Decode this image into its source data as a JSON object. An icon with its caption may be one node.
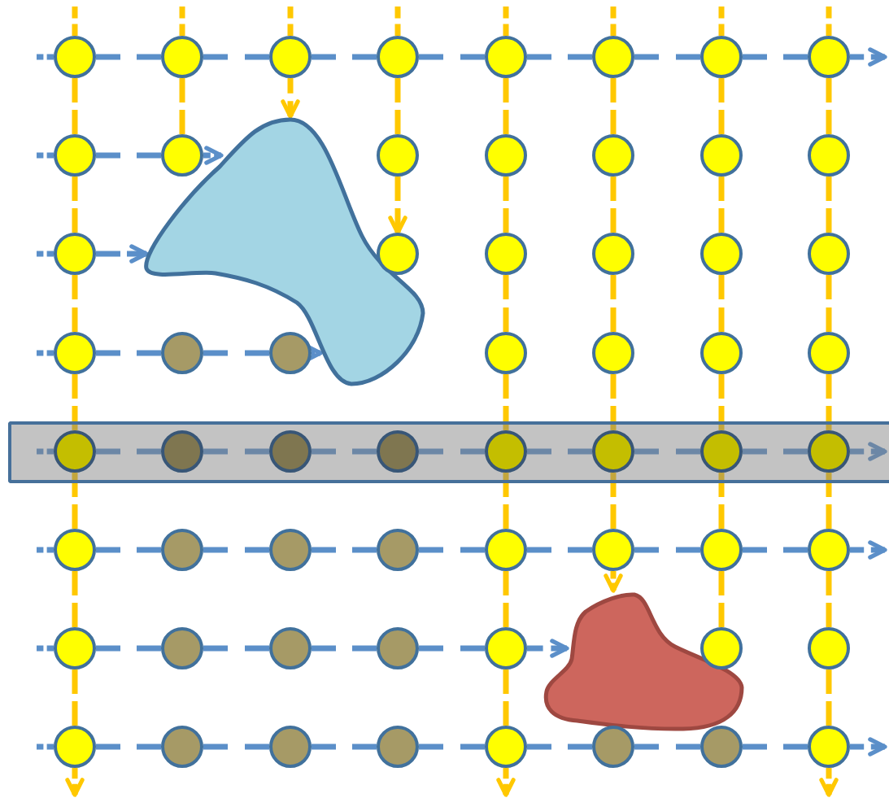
{
  "diagram": {
    "nodes": [
      {
        "text": [],
        "shape": "circle"
      },
      {
        "text": [],
        "shape": "circle"
      },
      {
        "text": [],
        "shape": "circle"
      },
      {
        "text": [],
        "shape": "circle"
      },
      {
        "text": [],
        "shape": "circle"
      },
      {
        "text": [],
        "shape": "circle"
      },
      {
        "text": [],
        "shape": "circle"
      },
      {
        "text": [],
        "shape": "circle"
      },
      {
        "text": [],
        "shape": "circle"
      },
      {
        "text": [],
        "shape": "circle"
      },
      {
        "text": [],
        "shape": "circle"
      },
      {
        "text": [],
        "shape": "circle"
      },
      {
        "text": [],
        "shape": "circle"
      },
      {
        "text": [],
        "shape": "circle"
      },
      {
        "text": [],
        "shape": "circle"
      },
      {
        "text": [],
        "shape": "blob"
      },
      {
        "text": [],
        "shape": "circle"
      },
      {
        "text": [],
        "shape": "circle"
      },
      {
        "text": [],
        "shape": "circle"
      },
      {
        "text": [],
        "shape": "circle"
      },
      {
        "text": [],
        "shape": "circle"
      },
      {
        "text": [],
        "shape": "circle"
      },
      {
        "text": [],
        "shape": "circle"
      },
      {
        "text": [],
        "shape": "circle"
      },
      {
        "text": [],
        "shape": "circle"
      },
      {
        "text": [],
        "shape": "circle"
      },
      {
        "text": [],
        "shape": "circle"
      },
      {
        "text": [],
        "shape": "circle"
      },
      {
        "text": [],
        "shape": "circle"
      },
      {
        "text": [],
        "shape": "bar"
      },
      {
        "text": [],
        "shape": "circle",
        "in": 29
      },
      {
        "text": [],
        "shape": "circle",
        "in": 29
      },
      {
        "text": [],
        "shape": "circle",
        "in": 29
      },
      {
        "text": [],
        "shape": "circle",
        "in": 29
      },
      {
        "text": [],
        "shape": "circle",
        "in": 29
      },
      {
        "text": [],
        "shape": "circle",
        "in": 29
      },
      {
        "text": [],
        "shape": "circle",
        "in": 29
      },
      {
        "text": [],
        "shape": "circle",
        "in": 29
      },
      {
        "text": [],
        "shape": "circle"
      },
      {
        "text": [],
        "shape": "circle"
      },
      {
        "text": [],
        "shape": "circle"
      },
      {
        "text": [],
        "shape": "circle"
      },
      {
        "text": [],
        "shape": "circle"
      },
      {
        "text": [],
        "shape": "circle"
      },
      {
        "text": [],
        "shape": "circle"
      },
      {
        "text": [],
        "shape": "circle"
      },
      {
        "text": [],
        "shape": "blob"
      },
      {
        "text": [],
        "shape": "circle"
      },
      {
        "text": [],
        "shape": "circle"
      },
      {
        "text": [],
        "shape": "circle"
      },
      {
        "text": [],
        "shape": "circle"
      },
      {
        "text": [],
        "shape": "circle"
      },
      {
        "text": [],
        "shape": "circle"
      },
      {
        "text": [],
        "shape": "circle"
      },
      {
        "text": [],
        "shape": "circle"
      },
      {
        "text": [],
        "shape": "circle"
      },
      {
        "text": [],
        "shape": "circle"
      },
      {
        "text": [],
        "shape": "circle"
      },
      {
        "text": [],
        "shape": "circle"
      },
      {
        "text": [],
        "shape": "circle"
      },
      {
        "text": [],
        "shape": "circle"
      },
      {
        "text": [],
        "shape": "circle"
      }
    ],
    "edges": [
      {
        "from": null,
        "to": 0,
        "arrow": "none",
        "style": "dashed"
      },
      {
        "from": 0,
        "to": 1,
        "arrow": "none",
        "style": "dashed"
      },
      {
        "from": 1,
        "to": 2,
        "arrow": "none",
        "style": "dashed"
      },
      {
        "from": 2,
        "to": 3,
        "arrow": "none",
        "style": "dashed"
      },
      {
        "from": 3,
        "to": 4,
        "arrow": "none",
        "style": "dashed"
      },
      {
        "from": 4,
        "to": 5,
        "arrow": "none",
        "style": "dashed"
      },
      {
        "from": 5,
        "to": 6,
        "arrow": "none",
        "style": "dashed"
      },
      {
        "from": 6,
        "to": 7,
        "arrow": "none",
        "style": "dashed"
      },
      {
        "from": 7,
        "to": null,
        "arrow": "to",
        "style": "dashed"
      },
      {
        "from": null,
        "to": 8,
        "arrow": "none",
        "style": "dashed"
      },
      {
        "from": 8,
        "to": 9,
        "arrow": "none",
        "style": "dashed"
      },
      {
        "from": 9,
        "to": 15,
        "arrow": "to",
        "style": "dashed"
      },
      {
        "from": null,
        "to": 16,
        "arrow": "none",
        "style": "dashed"
      },
      {
        "from": 16,
        "to": 15,
        "arrow": "to",
        "style": "dashed"
      },
      {
        "from": null,
        "to": 22,
        "arrow": "none",
        "style": "dashed"
      },
      {
        "from": 22,
        "to": 23,
        "arrow": "none",
        "style": "dashed"
      },
      {
        "from": 23,
        "to": 24,
        "arrow": "none",
        "style": "dashed"
      },
      {
        "from": 24,
        "to": 15,
        "arrow": "to",
        "style": "dashed"
      },
      {
        "from": null,
        "to": 30,
        "arrow": "none",
        "style": "dashed"
      },
      {
        "from": 30,
        "to": 31,
        "arrow": "none",
        "style": "dashed"
      },
      {
        "from": 31,
        "to": 32,
        "arrow": "none",
        "style": "dashed"
      },
      {
        "from": 32,
        "to": 33,
        "arrow": "none",
        "style": "dashed"
      },
      {
        "from": 33,
        "to": 34,
        "arrow": "none",
        "style": "dashed"
      },
      {
        "from": 34,
        "to": 35,
        "arrow": "none",
        "style": "dashed"
      },
      {
        "from": 35,
        "to": 36,
        "arrow": "none",
        "style": "dashed"
      },
      {
        "from": 36,
        "to": 37,
        "arrow": "none",
        "style": "dashed"
      },
      {
        "from": 37,
        "to": null,
        "arrow": "to",
        "style": "dashed"
      },
      {
        "from": null,
        "to": 38,
        "arrow": "none",
        "style": "dashed"
      },
      {
        "from": 38,
        "to": 39,
        "arrow": "none",
        "style": "dashed"
      },
      {
        "from": 39,
        "to": 40,
        "arrow": "none",
        "style": "dashed"
      },
      {
        "from": 40,
        "to": 41,
        "arrow": "none",
        "style": "dashed"
      },
      {
        "from": 41,
        "to": 42,
        "arrow": "none",
        "style": "dashed"
      },
      {
        "from": 42,
        "to": 43,
        "arrow": "none",
        "style": "dashed"
      },
      {
        "from": 43,
        "to": 44,
        "arrow": "none",
        "style": "dashed"
      },
      {
        "from": 44,
        "to": 45,
        "arrow": "none",
        "style": "dashed"
      },
      {
        "from": 45,
        "to": null,
        "arrow": "to",
        "style": "dashed"
      },
      {
        "from": null,
        "to": 47,
        "arrow": "none",
        "style": "dashed"
      },
      {
        "from": 47,
        "to": 48,
        "arrow": "none",
        "style": "dashed"
      },
      {
        "from": 48,
        "to": 49,
        "arrow": "none",
        "style": "dashed"
      },
      {
        "from": 49,
        "to": 50,
        "arrow": "none",
        "style": "dashed"
      },
      {
        "from": 50,
        "to": 51,
        "arrow": "none",
        "style": "dashed"
      },
      {
        "from": 51,
        "to": 46,
        "arrow": "to",
        "style": "dashed"
      },
      {
        "from": null,
        "to": 54,
        "arrow": "none",
        "style": "dashed"
      },
      {
        "from": 54,
        "to": 55,
        "arrow": "none",
        "style": "dashed"
      },
      {
        "from": 55,
        "to": 56,
        "arrow": "none",
        "style": "dashed"
      },
      {
        "from": 56,
        "to": 57,
        "arrow": "none",
        "style": "dashed"
      },
      {
        "from": 57,
        "to": 58,
        "arrow": "none",
        "style": "dashed"
      },
      {
        "from": 58,
        "to": 59,
        "arrow": "none",
        "style": "dashed"
      },
      {
        "from": 59,
        "to": 60,
        "arrow": "none",
        "style": "dashed"
      },
      {
        "from": 60,
        "to": 61,
        "arrow": "none",
        "style": "dashed"
      },
      {
        "from": 61,
        "to": null,
        "arrow": "to",
        "style": "dashed"
      },
      {
        "from": null,
        "to": 0,
        "arrow": "none",
        "style": "dashed",
        "color": "#ffc800"
      },
      {
        "from": 0,
        "to": 8,
        "arrow": "none",
        "style": "dashed",
        "color": "#ffc800"
      },
      {
        "from": 8,
        "to": 16,
        "arrow": "none",
        "style": "dashed",
        "color": "#ffc800"
      },
      {
        "from": 16,
        "to": 22,
        "arrow": "none",
        "style": "dashed",
        "color": "#ffc800"
      },
      {
        "from": 22,
        "to": 30,
        "arrow": "none",
        "style": "dashed",
        "color": "#ffc800"
      },
      {
        "from": 30,
        "to": 38,
        "arrow": "none",
        "style": "dashed",
        "color": "#ffc800"
      },
      {
        "from": 38,
        "to": 47,
        "arrow": "none",
        "style": "dashed",
        "color": "#ffc800"
      },
      {
        "from": 47,
        "to": 54,
        "arrow": "none",
        "style": "dashed",
        "color": "#ffc800"
      },
      {
        "from": 54,
        "to": null,
        "arrow": "to",
        "style": "dashed",
        "color": "#ffc800"
      },
      {
        "from": null,
        "to": 1,
        "arrow": "none",
        "style": "dashed",
        "color": "#ffc800"
      },
      {
        "from": 1,
        "to": 9,
        "arrow": "none",
        "style": "dashed",
        "color": "#ffc800"
      },
      {
        "from": null,
        "to": 2,
        "arrow": "none",
        "style": "dashed",
        "color": "#ffc800"
      },
      {
        "from": 2,
        "to": 15,
        "arrow": "to",
        "style": "dashed",
        "color": "#ffc800"
      },
      {
        "from": null,
        "to": 3,
        "arrow": "none",
        "style": "dashed",
        "color": "#ffc800"
      },
      {
        "from": 3,
        "to": 10,
        "arrow": "none",
        "style": "dashed",
        "color": "#ffc800"
      },
      {
        "from": 10,
        "to": 17,
        "arrow": "to",
        "style": "dashed",
        "color": "#ffc800"
      },
      {
        "from": null,
        "to": 4,
        "arrow": "none",
        "style": "dashed",
        "color": "#ffc800"
      },
      {
        "from": 4,
        "to": 11,
        "arrow": "none",
        "style": "dashed",
        "color": "#ffc800"
      },
      {
        "from": 11,
        "to": 18,
        "arrow": "none",
        "style": "dashed",
        "color": "#ffc800"
      },
      {
        "from": 18,
        "to": 25,
        "arrow": "none",
        "style": "dashed",
        "color": "#ffc800"
      },
      {
        "from": 25,
        "to": 34,
        "arrow": "none",
        "style": "dashed",
        "color": "#ffc800"
      },
      {
        "from": 34,
        "to": 42,
        "arrow": "none",
        "style": "dashed",
        "color": "#ffc800"
      },
      {
        "from": 42,
        "to": 51,
        "arrow": "none",
        "style": "dashed",
        "color": "#ffc800"
      },
      {
        "from": 51,
        "to": 58,
        "arrow": "none",
        "style": "dashed",
        "color": "#ffc800"
      },
      {
        "from": 58,
        "to": null,
        "arrow": "to",
        "style": "dashed",
        "color": "#ffc800"
      },
      {
        "from": null,
        "to": 5,
        "arrow": "none",
        "style": "dashed",
        "color": "#ffc800"
      },
      {
        "from": 5,
        "to": 12,
        "arrow": "none",
        "style": "dashed",
        "color": "#ffc800"
      },
      {
        "from": 12,
        "to": 19,
        "arrow": "none",
        "style": "dashed",
        "color": "#ffc800"
      },
      {
        "from": 19,
        "to": 26,
        "arrow": "none",
        "style": "dashed",
        "color": "#ffc800"
      },
      {
        "from": 26,
        "to": 35,
        "arrow": "none",
        "style": "dashed",
        "color": "#ffc800"
      },
      {
        "from": 35,
        "to": 43,
        "arrow": "none",
        "style": "dashed",
        "color": "#ffc800"
      },
      {
        "from": 43,
        "to": 46,
        "arrow": "to",
        "style": "dashed",
        "color": "#ffc800"
      },
      {
        "from": null,
        "to": 6,
        "arrow": "none",
        "style": "dashed",
        "color": "#ffc800"
      },
      {
        "from": 6,
        "to": 13,
        "arrow": "none",
        "style": "dashed",
        "color": "#ffc800"
      },
      {
        "from": 13,
        "to": 20,
        "arrow": "none",
        "style": "dashed",
        "color": "#ffc800"
      },
      {
        "from": 20,
        "to": 27,
        "arrow": "none",
        "style": "dashed",
        "color": "#ffc800"
      },
      {
        "from": 27,
        "to": 36,
        "arrow": "none",
        "style": "dashed",
        "color": "#ffc800"
      },
      {
        "from": 36,
        "to": 44,
        "arrow": "none",
        "style": "dashed",
        "color": "#ffc800"
      },
      {
        "from": 44,
        "to": 52,
        "arrow": "none",
        "style": "dashed",
        "color": "#ffc800"
      },
      {
        "from": null,
        "to": 7,
        "arrow": "none",
        "style": "dashed",
        "color": "#ffc800"
      },
      {
        "from": 7,
        "to": 14,
        "arrow": "none",
        "style": "dashed",
        "color": "#ffc800"
      },
      {
        "from": 14,
        "to": 21,
        "arrow": "none",
        "style": "dashed",
        "color": "#ffc800"
      },
      {
        "from": 21,
        "to": 28,
        "arrow": "none",
        "style": "dashed",
        "color": "#ffc800"
      },
      {
        "from": 28,
        "to": 37,
        "arrow": "none",
        "style": "dashed",
        "color": "#ffc800"
      },
      {
        "from": 37,
        "to": 45,
        "arrow": "none",
        "style": "dashed",
        "color": "#ffc800"
      },
      {
        "from": 45,
        "to": 53,
        "arrow": "none",
        "style": "dashed",
        "color": "#ffc800"
      },
      {
        "from": 53,
        "to": 61,
        "arrow": "none",
        "style": "dashed",
        "color": "#ffc800"
      },
      {
        "from": 61,
        "to": null,
        "arrow": "to",
        "style": "dashed",
        "color": "#ffc800"
      }
    ]
  }
}
